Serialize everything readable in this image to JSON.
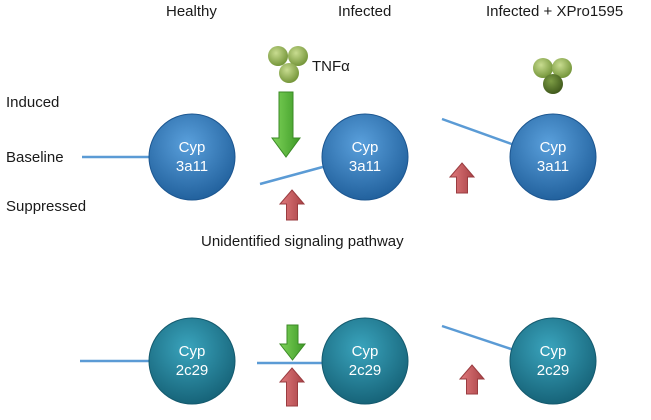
{
  "columns": {
    "healthy": "Healthy",
    "infected": "Infected",
    "infected_xpro": "Infected + XPro1595"
  },
  "row_labels": {
    "induced": "Induced",
    "baseline": "Baseline",
    "suppressed": "Suppressed"
  },
  "cytokine_label": "TNFα",
  "pathway_label": "Unidentified signaling pathway",
  "gene_a": {
    "line1": "Cyp",
    "line2": "3a11"
  },
  "gene_b": {
    "line1": "Cyp",
    "line2": "2c29"
  },
  "colors": {
    "node_3a11": "#2f74b5",
    "node_2c29": "#1f7f98",
    "line": "#5b9bd5",
    "arrow_down": "#5dbb3c",
    "arrow_up": "#cc5a5e",
    "tnf_ball": "#8fb04e",
    "tnf_ball_dark": "#4d6b22"
  }
}
